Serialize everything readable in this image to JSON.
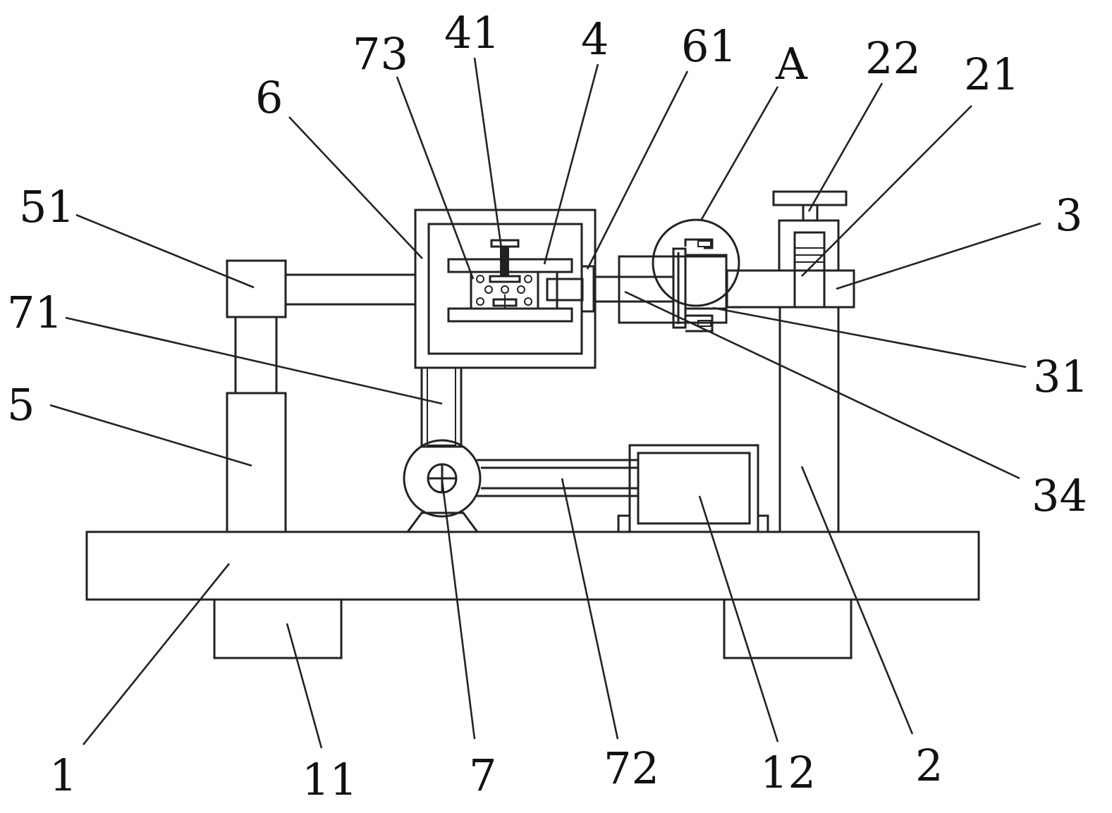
{
  "diagram": {
    "labels": {
      "n1": "1",
      "n11": "11",
      "n7": "7",
      "n72": "72",
      "n12": "12",
      "n2": "2",
      "n5": "5",
      "n71": "71",
      "n51": "51",
      "n6": "6",
      "n73": "73",
      "n41": "41",
      "n4": "4",
      "n61": "61",
      "nA": "A",
      "n22": "22",
      "n21": "21",
      "n3": "3",
      "n31": "31",
      "n34": "34"
    }
  }
}
